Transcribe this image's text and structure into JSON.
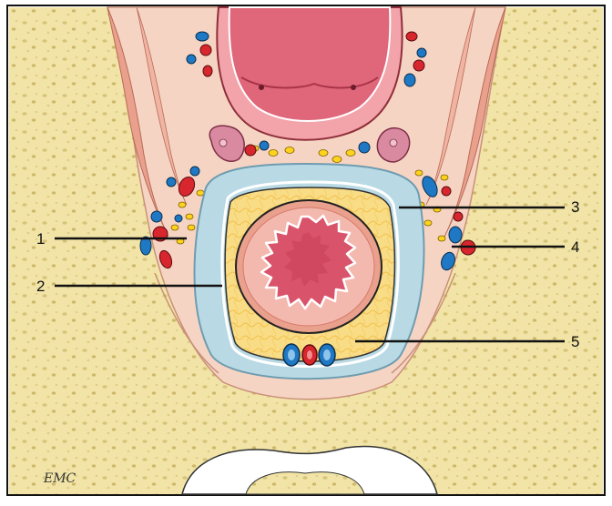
{
  "figure": {
    "labels": [
      {
        "id": "1",
        "text": "1"
      },
      {
        "id": "2",
        "text": "2"
      },
      {
        "id": "3",
        "text": "3"
      },
      {
        "id": "4",
        "text": "4"
      },
      {
        "id": "5",
        "text": "5"
      }
    ],
    "logo": "EMC",
    "colors": {
      "bone": "#f1e4a6",
      "bone_spot": "#d6c47a",
      "fascia_blue": "#b9dae5",
      "fascia_blue_edge": "#7fb4c6",
      "fat_yellow": "#f7d77a",
      "soft_tissue": "#f6d4c3",
      "muscle": "#e9a08c",
      "mucosa": "#d9546a",
      "mucosa_light": "#f3a3aa",
      "artery": "#d8262e",
      "vein": "#1e78c4",
      "nerve_yellow": "#ffd21e",
      "outline": "#1a1a1a"
    }
  }
}
